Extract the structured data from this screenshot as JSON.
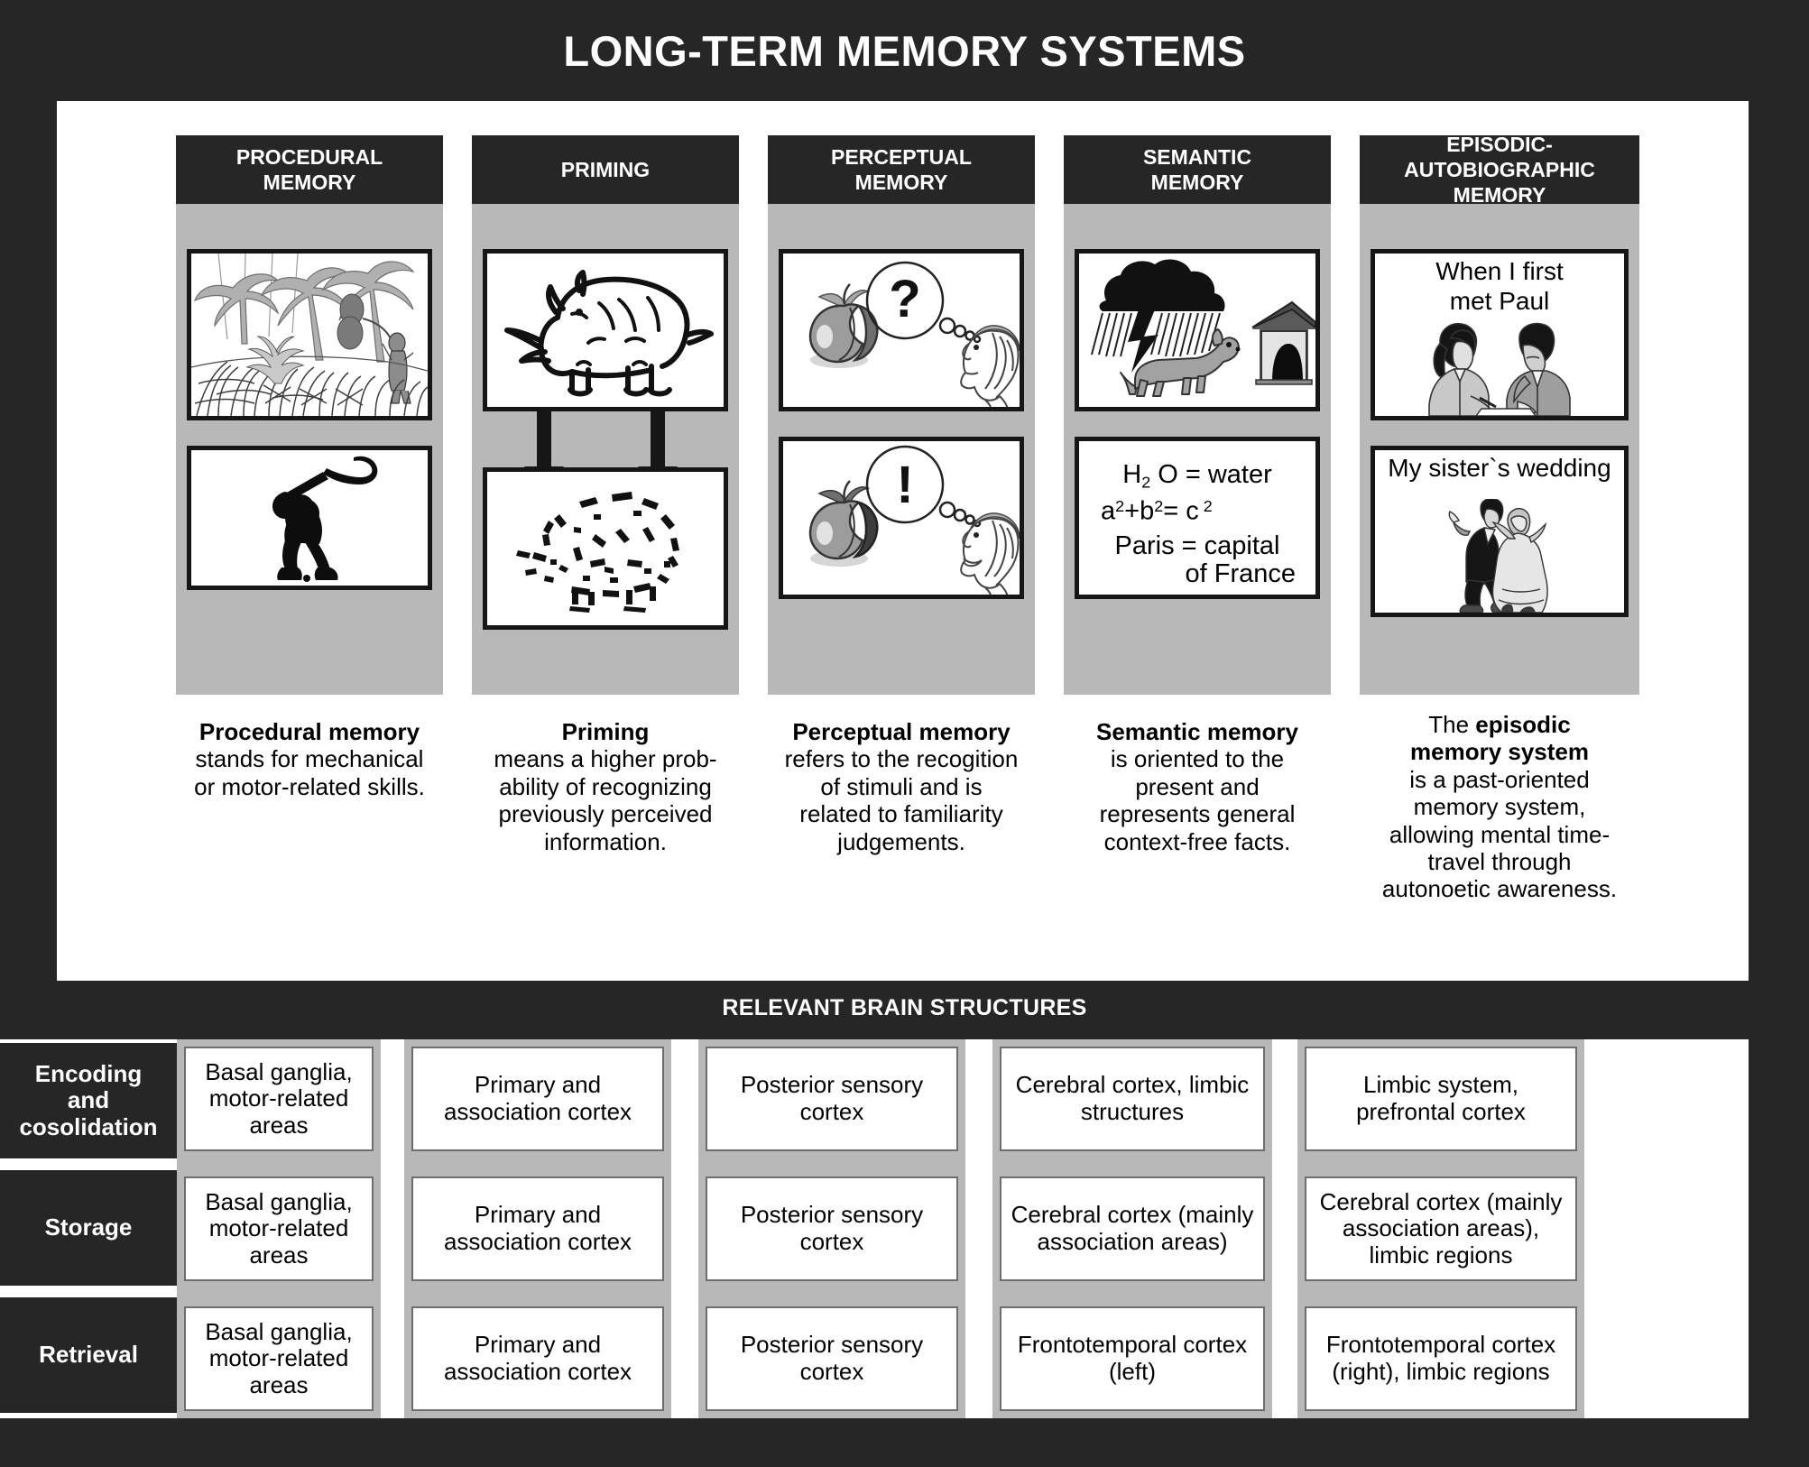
{
  "title": "LONG-TERM MEMORY SYSTEMS",
  "brain_section_title": "RELEVANT BRAIN STRUCTURES",
  "colors": {
    "background": "#262626",
    "panel": "#ffffff",
    "column_block": "#b8b8b8",
    "header": "#262626",
    "text_light": "#ffffff",
    "text_dark": "#000000"
  },
  "columns": [
    {
      "id": "procedural",
      "header": "PROCEDURAL\nMEMORY",
      "header_line1": "PROCEDURAL",
      "header_line2": "MEMORY",
      "panel_top": {
        "type": "image",
        "icon": "jungle-scene-icon",
        "alt": "Jungle with palm trees, grass and a monkey"
      },
      "panel_bottom": {
        "type": "image",
        "icon": "golfer-silhouette-icon",
        "alt": "Silhouette of a golfer swinging a club"
      },
      "caption_bold": "Procedural memory",
      "caption_rest": "stands for mechanical or motor-related skills.",
      "caption_lines": [
        "Procedural memory",
        "stands for mechanical",
        "or motor-related skills."
      ]
    },
    {
      "id": "priming",
      "header": "PRIMING",
      "header_line1": "PRIMING",
      "header_line2": "",
      "panel_top": {
        "type": "image",
        "icon": "rhinoceros-outline-icon",
        "alt": "Line drawing of a rhinoceros"
      },
      "panel_bottom": {
        "type": "image",
        "icon": "degraded-rhinoceros-icon",
        "alt": "Fragmented, degraded drawing of the same rhinoceros"
      },
      "caption_bold": "Priming",
      "caption_rest": "means a higher prob-ability of recognizing previously perceived information.",
      "caption_lines": [
        "Priming",
        "means a higher prob-",
        "ability of recognizing",
        "previously perceived",
        "information."
      ]
    },
    {
      "id": "perceptual",
      "header": "PERCEPTUAL\nMEMORY",
      "header_line1": "PERCEPTUAL",
      "header_line2": "MEMORY",
      "panel_top": {
        "type": "image",
        "icon": "apple-question-thought-icon",
        "alt": "Apple and a person with a question mark thought bubble"
      },
      "panel_bottom": {
        "type": "image",
        "icon": "apple-exclamation-thought-icon",
        "alt": "Apple and a person with an exclamation mark thought bubble"
      },
      "caption_bold": "Perceptual memory",
      "caption_rest": "refers to the recogition of stimuli and is related to familiarity judgements.",
      "caption_lines": [
        "Perceptual memory",
        "refers to the recogition",
        "of stimuli and is",
        "related to familiarity",
        "judgements."
      ]
    },
    {
      "id": "semantic",
      "header": "SEMANTIC\nMEMORY",
      "header_line1": "SEMANTIC",
      "header_line2": "MEMORY",
      "panel_top": {
        "type": "image",
        "icon": "rain-dog-kennel-icon",
        "alt": "Storm cloud with rain, a dog and a dog kennel"
      },
      "panel_bottom": {
        "type": "text",
        "facts": [
          {
            "parts": [
              {
                "t": "H"
              },
              {
                "t": "2",
                "sub": true
              },
              {
                "t": " O = water"
              }
            ],
            "plain": "H2 O = water"
          },
          {
            "parts": [
              {
                "t": "a"
              },
              {
                "t": "2",
                "sup": true
              },
              {
                "t": "+b"
              },
              {
                "t": "2",
                "sup": true
              },
              {
                "t": "= c "
              },
              {
                "t": "2",
                "sup": true
              }
            ],
            "plain": "a2+b2= c2"
          },
          {
            "plain": "Paris = capital"
          },
          {
            "plain": "of France"
          }
        ]
      },
      "caption_bold": "Semantic memory",
      "caption_rest": "is oriented to the present and represents general context-free facts.",
      "caption_lines": [
        "Semantic memory",
        "is oriented to the",
        "present and",
        "represents general",
        "context-free facts."
      ]
    },
    {
      "id": "episodic",
      "header": "EPISODIC-\nAUTOBIOGRAPHIC\nMEMORY",
      "header_line1": "EPISODIC-",
      "header_line2": "AUTOBIOGRAPHIC",
      "header_line3": "MEMORY",
      "panel_top": {
        "type": "text+image",
        "text_lines": [
          "When I first",
          "met Paul"
        ],
        "icon": "two-people-meeting-icon"
      },
      "panel_bottom": {
        "type": "text+image",
        "text_lines": [
          "My sister`s wedding"
        ],
        "icon": "dancing-couple-icon"
      },
      "caption_bold": "episodic memory system",
      "caption_rest": "The episodic memory system is a past-oriented memory system, allowing mental time-travel through autonoetic awareness.",
      "caption_lines": [
        "The episodic",
        "memory system",
        "is a past-oriented",
        "memory system,",
        "allowing mental time-",
        "travel through",
        "autonoetic awareness."
      ]
    }
  ],
  "brain_table": {
    "row_labels": [
      "Encoding and cosolidation",
      "Storage",
      "Retrieval"
    ],
    "row_label_lines": [
      [
        "Encoding",
        "and",
        "cosolidation"
      ],
      [
        "Storage"
      ],
      [
        "Retrieval"
      ]
    ],
    "column_ids": [
      "procedural",
      "priming",
      "perceptual",
      "semantic",
      "episodic"
    ],
    "rows": [
      {
        "label": "Encoding and cosolidation",
        "cells": [
          "Basal ganglia, motor-related areas",
          "Primary and association cortex",
          "Posterior sensory cortex",
          "Cerebral cortex, limbic structures",
          "Limbic system, prefrontal cortex"
        ]
      },
      {
        "label": "Storage",
        "cells": [
          "Basal ganglia, motor-related areas",
          "Primary and association cortex",
          "Posterior sensory cortex",
          "Cerebral cortex (mainly association areas)",
          "Cerebral cortex (mainly association areas), limbic regions"
        ]
      },
      {
        "label": "Retrieval",
        "cells": [
          "Basal ganglia, motor-related areas",
          "Primary and association cortex",
          "Posterior sensory cortex",
          "Frontotemporal cortex (left)",
          "Frontotemporal cortex (right), limbic regions"
        ]
      }
    ]
  }
}
